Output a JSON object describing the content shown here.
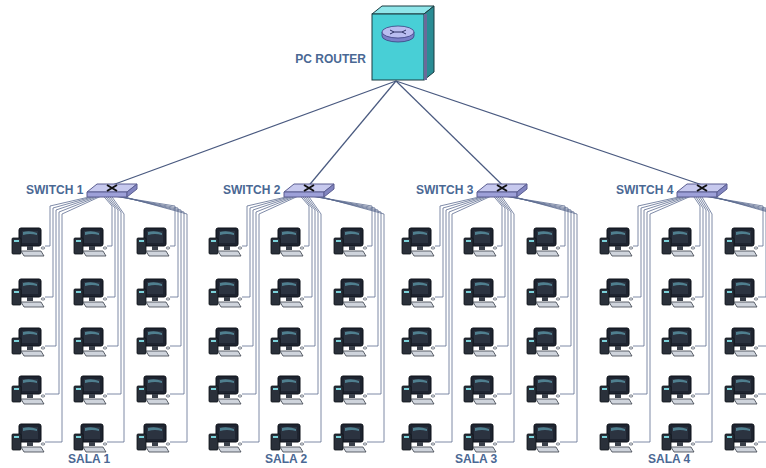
{
  "diagram": {
    "nodes": [
      {
        "text": [
          "PC ROUTER"
        ]
      },
      {
        "text": [
          "SWITCH 1"
        ]
      },
      {
        "text": [
          "SWITCH 2"
        ]
      },
      {
        "text": [
          "SWITCH 3"
        ]
      },
      {
        "text": [
          "SWITCH 4"
        ]
      }
    ],
    "edges": [
      {
        "from": 0,
        "to": 1,
        "arrow": "none"
      },
      {
        "from": 0,
        "to": 2,
        "arrow": "none"
      },
      {
        "from": 0,
        "to": 3,
        "arrow": "none"
      },
      {
        "from": 0,
        "to": 4,
        "arrow": "none"
      }
    ],
    "labels": [
      "SALA 1",
      "SALA 2",
      "SALA 3",
      "SALA 4"
    ]
  }
}
